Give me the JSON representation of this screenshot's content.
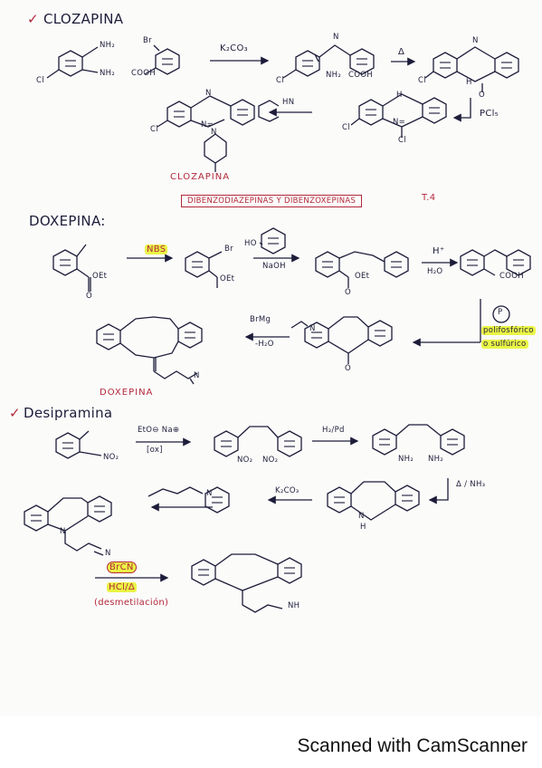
{
  "sections": {
    "clozapina": {
      "heading": "CLOZAPINA",
      "check": "✓",
      "reagents": {
        "amine": "NH₂",
        "amine2": "NH₂",
        "acid": "COOH",
        "bromo": "Br",
        "base": "K₂CO₃",
        "nh": "N",
        "nh2_b": "NH₂",
        "cooh_b": "COOH",
        "delta": "Δ",
        "h_lactam": "H",
        "o_lactam": "O",
        "cl1": "Cl",
        "cl2": "Cl",
        "cl3": "Cl",
        "cl4": "Cl",
        "piperazine": "HN",
        "pcl5": "PCl₅",
        "n_eq": "N=",
        "n_eq2": "N=",
        "h_ring": "H",
        "n_pip": "N",
        "n_pip2": "N"
      },
      "product_label": "CLOZAPINA"
    },
    "boxed_topic": {
      "text": "DIBENZODIAZEPINAS Y DIBENZOXEPINAS",
      "tag": "T.4"
    },
    "doxepina": {
      "heading": "DOXEPINA:",
      "reagents": {
        "oet": "OEt",
        "o": "O",
        "nbs": "NBS",
        "br": "Br",
        "ho": "HO",
        "naoh": "NaOH",
        "oet2": "OEt",
        "h_plus": "H⁺",
        "h2o": "H₂O",
        "cooh": "COOH",
        "oet3": "OEt",
        "o3": "O",
        "p": "P",
        "polifosforico": "polifosfórico",
        "sulfurico": "o sulfúrico",
        "brmg": "BrMg",
        "minus_h2o": "-H₂O",
        "n_chain": "N",
        "o_ketone": "O"
      },
      "product_label": "DOXEPINA"
    },
    "desipramina": {
      "heading": "Desipramina",
      "check": "✓",
      "reagents": {
        "no2": "NO₂",
        "eto": "EtO⊖ Na⊕",
        "ox": "[ox]",
        "no2_a": "NO₂",
        "no2_b": "NO₂",
        "h2pd": "H₂/Pd",
        "nh2_a": "NH₂",
        "nh2_b": "NH₂",
        "delta_nh3": "Δ / NH₃",
        "k2co3": "K₂CO₃",
        "n_h": "N",
        "h": "H",
        "n_ring": "N",
        "n_prod": "N",
        "n_chain": "N",
        "brcn": "BrCN",
        "hcl": "HCl/Δ",
        "demetilacion": "(desmetilación)",
        "nh_final": "NH"
      }
    }
  },
  "footer": {
    "scanner_text": "Scanned with CamScanner"
  },
  "colors": {
    "ink": "#1d1d3a",
    "red": "#b3283a",
    "highlight": "#eaf545"
  }
}
